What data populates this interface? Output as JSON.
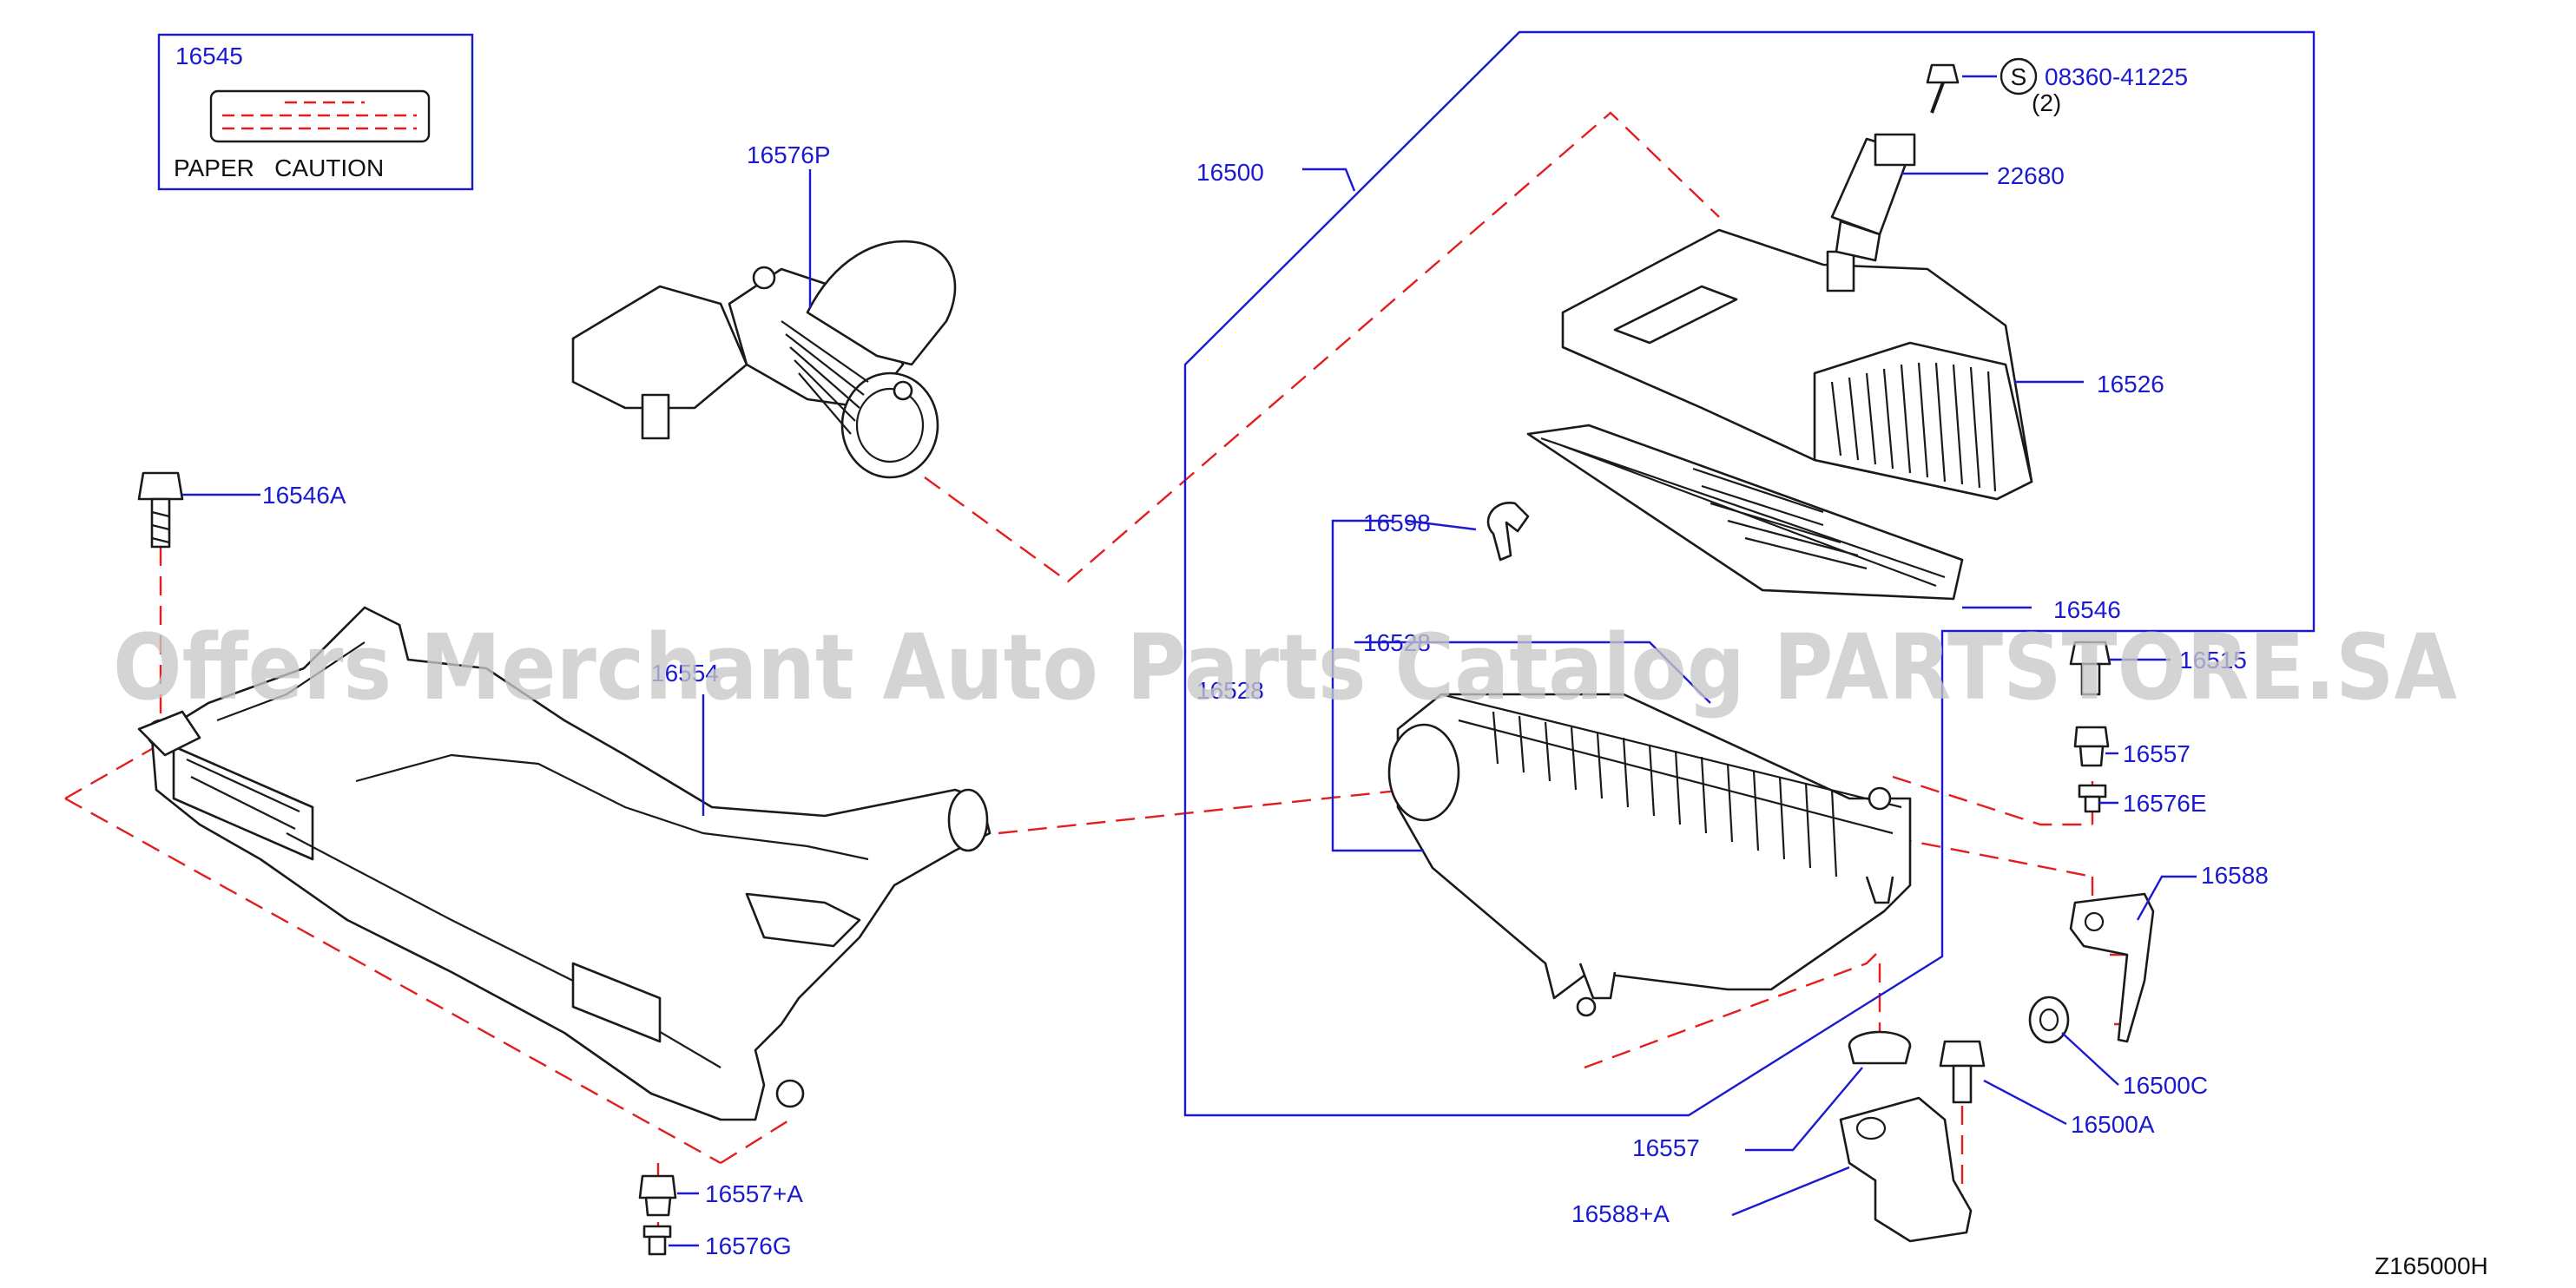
{
  "legend": {
    "part_no": "16545",
    "caption": "PAPER   CAUTION"
  },
  "labels": {
    "p16576P": "16576P",
    "p16500": "16500",
    "p08360": "08360-41225",
    "p08360_qty": "(2)",
    "p08360_symbol": "S",
    "p22680": "22680",
    "p16526": "16526",
    "p16546A": "16546A",
    "p16598": "16598",
    "p16546": "16546",
    "p16528": "16528",
    "p16528b": "16528",
    "p16554": "16554",
    "p16515": "16515",
    "p16557_right": "16557",
    "p16576E": "16576E",
    "p16588": "16588",
    "p16500C": "16500C",
    "p16557_bottom": "16557",
    "p16500A": "16500A",
    "p16588A": "16588+A",
    "p16557A": "16557+A",
    "p16576G": "16576G"
  },
  "diagram_code": "Z165000H",
  "watermark": "Offers Merchant Auto Parts Catalog PARTSTORE.SA",
  "colors": {
    "label": "#1a1ad0",
    "dashed_line": "#e41e1e",
    "outline": "#1a1a1a",
    "watermark": "#c8c8c8"
  }
}
